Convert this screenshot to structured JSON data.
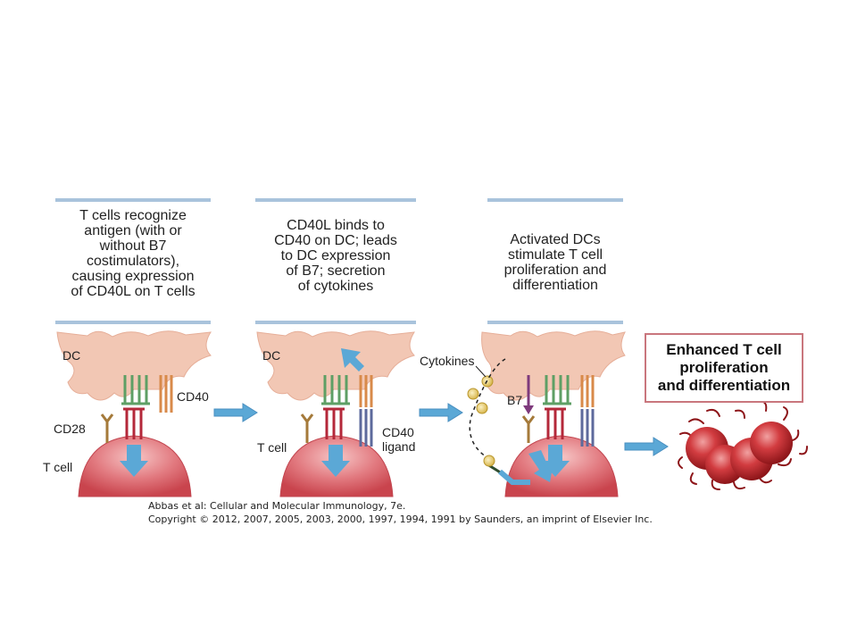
{
  "panels": [
    {
      "lines": [
        "T cells recognize",
        "antigen (with or",
        "without B7",
        "costimulators),",
        "causing expression",
        "of CD40L on T cells"
      ]
    },
    {
      "lines": [
        "CD40L binds to",
        "CD40 on DC; leads",
        "to DC expression",
        "of B7; secretion",
        "of cytokines"
      ]
    },
    {
      "lines": [
        "Activated DCs",
        "stimulate T cell",
        "proliferation and",
        "differentiation"
      ]
    }
  ],
  "labels": {
    "dc1": "DC",
    "cd40": "CD40",
    "cd28": "CD28",
    "tcell1": "T cell",
    "dc2": "DC",
    "tcell2": "T cell",
    "cd40_ligand_1": "CD40",
    "cd40_ligand_2": "ligand",
    "cytokines": "Cytokines",
    "b7": "B7"
  },
  "outcome": {
    "lines": [
      "Enhanced T cell",
      "proliferation",
      "and differentiation"
    ]
  },
  "credit": {
    "line1": "Abbas et al: Cellular and Molecular Immunology, 7e.",
    "line2": "Copyright © 2012, 2007, 2005, 2003, 2000, 1997, 1994, 1991 by Saunders, an imprint of Elsevier Inc."
  },
  "colors": {
    "bar": "#a9c3dc",
    "dc_fill": "#f2c7b4",
    "tcell_fill": "#d9535b",
    "arrow": "#5ba8d6",
    "outcome_border": "#c9767d"
  }
}
